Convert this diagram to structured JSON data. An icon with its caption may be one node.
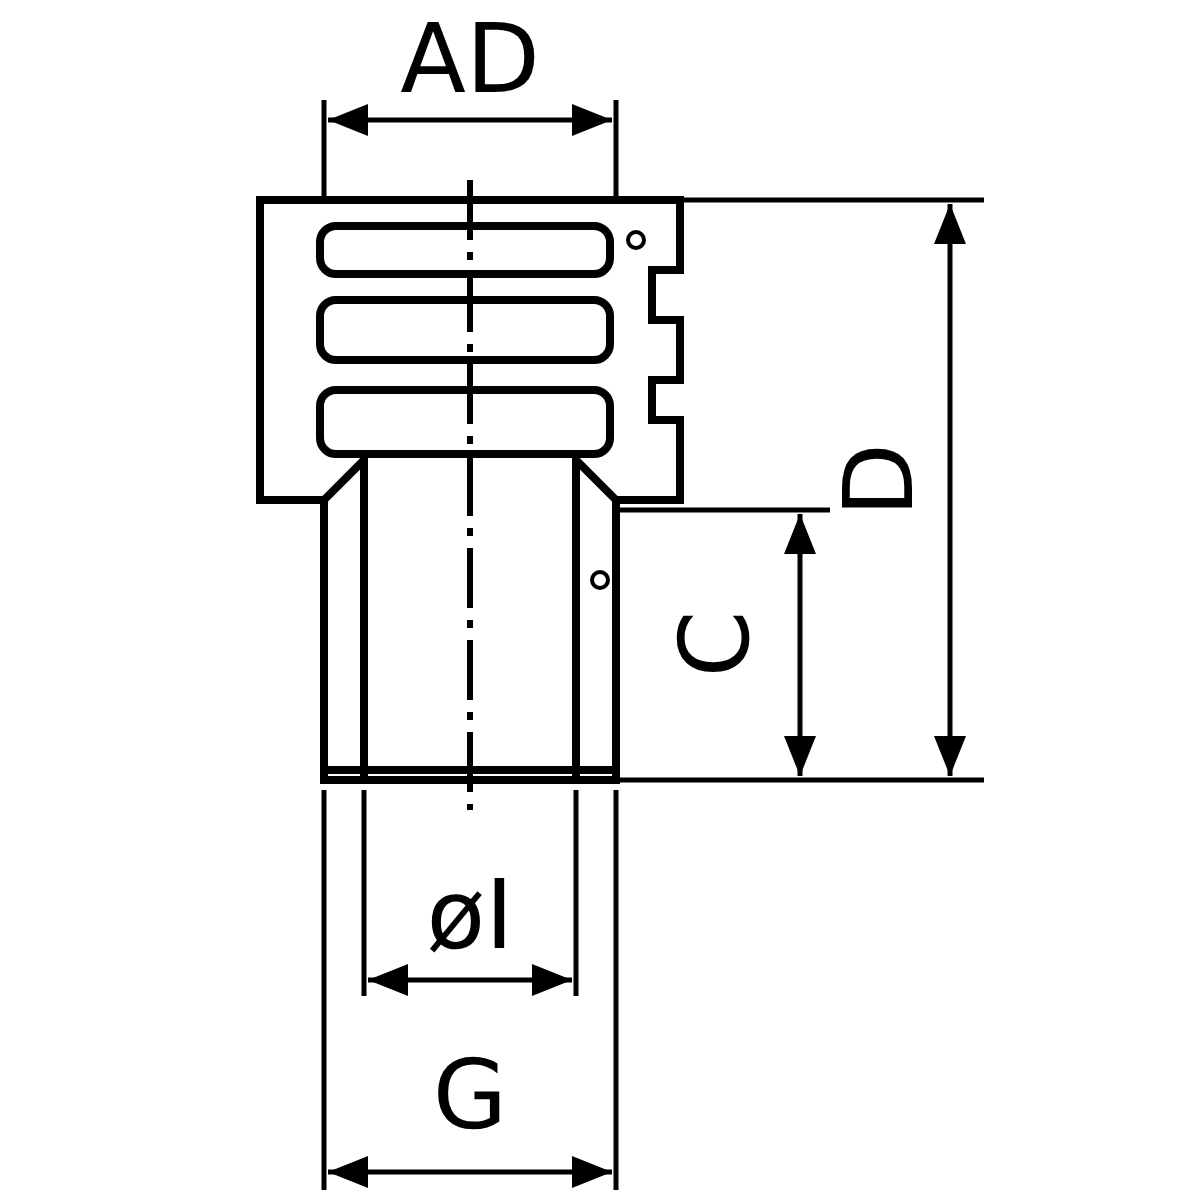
{
  "diagram": {
    "labels": [
      "AD",
      "D",
      "C",
      "øI",
      "G"
    ]
  }
}
